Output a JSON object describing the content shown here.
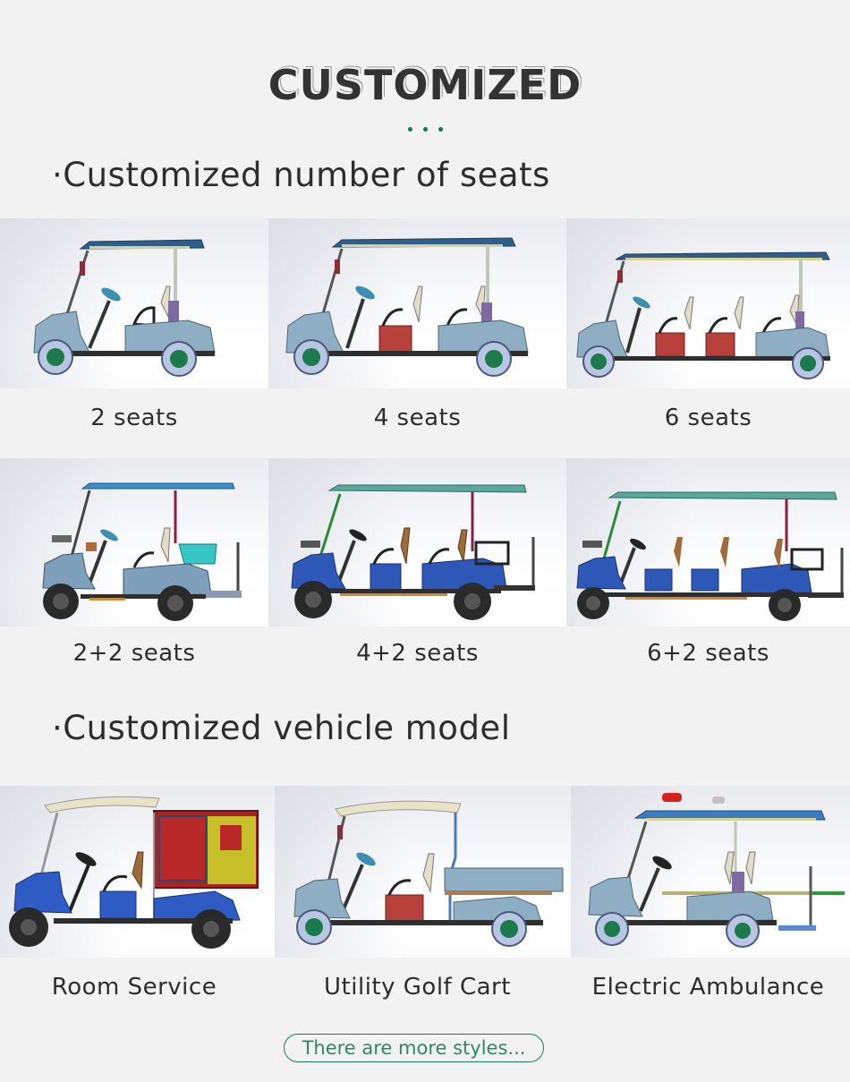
{
  "header": {
    "title": "CUSTOMIZED",
    "dots_color": "#0f7a4e"
  },
  "seats_section": {
    "title": "·Customized number of seats",
    "items": [
      {
        "label": "2 seats",
        "image": "2-seat golf cart side view (light blue body, dark blue roof)"
      },
      {
        "label": "4 seats",
        "image": "4-seat golf cart side view (light blue body, red seat base)"
      },
      {
        "label": "6 seats",
        "image": "6-seat golf cart side view (light blue body, two red seat bases)"
      },
      {
        "label": "2+2 seats",
        "image": "2+2 lifted golf cart side view (light blue, off-road tires)"
      },
      {
        "label": "4+2 seats",
        "image": "4+2 lifted golf cart side view (blue body, off-road tires)"
      },
      {
        "label": "6+2 seats",
        "image": "6+2 lifted golf cart side view (blue body, off-road tires)"
      }
    ]
  },
  "model_section": {
    "title": "·Customized vehicle model",
    "items": [
      {
        "label": "Room Service",
        "image": "Room service cart with red and yellow cargo box"
      },
      {
        "label": "Utility Golf Cart",
        "image": "Utility golf cart with rear cargo bed"
      },
      {
        "label": "Electric Ambulance",
        "image": "Electric ambulance cart with roof beacon and stretcher"
      }
    ]
  },
  "footer": {
    "more_button": "There are more styles...",
    "accent_color": "#1a7a55"
  }
}
